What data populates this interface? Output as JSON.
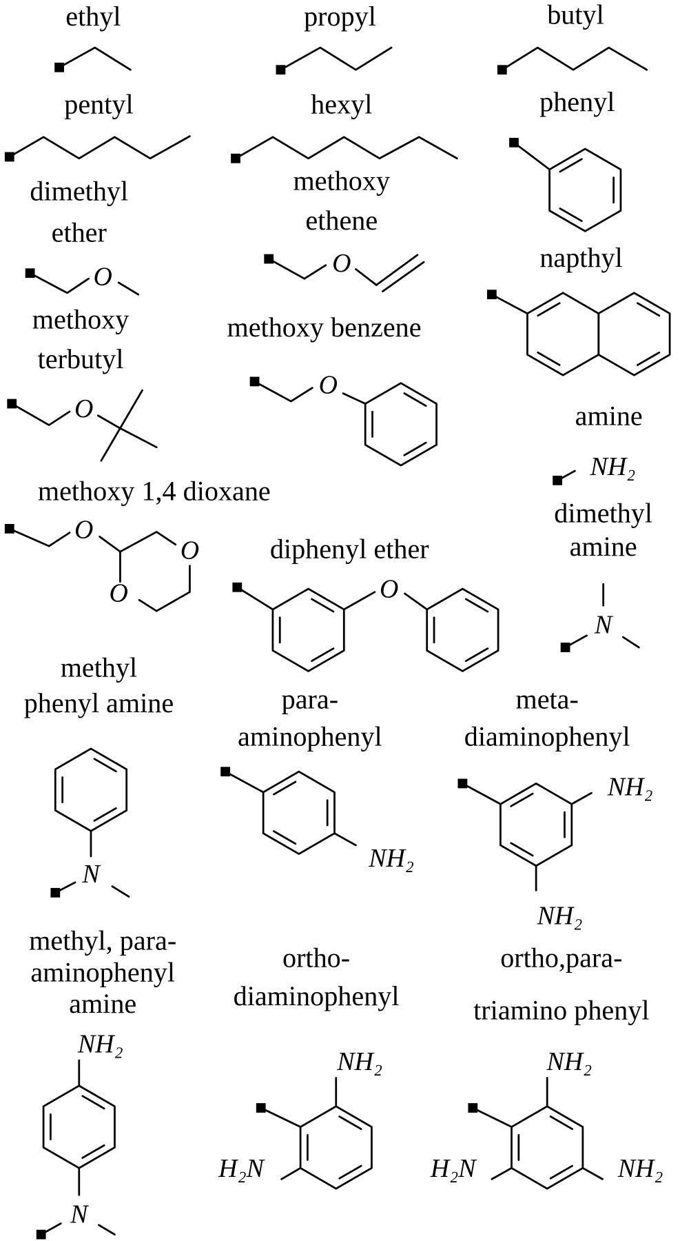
{
  "colors": {
    "ink": "#000000",
    "background": "#ffffff"
  },
  "atoms": {
    "O": "O",
    "N": "N",
    "NH2": "NH₂",
    "H2N": "H₂N"
  },
  "molecules": [
    {
      "name": [
        "ethyl"
      ]
    },
    {
      "name": [
        "propyl"
      ]
    },
    {
      "name": [
        "butyl"
      ]
    },
    {
      "name": [
        "pentyl"
      ]
    },
    {
      "name": [
        "hexyl"
      ]
    },
    {
      "name": [
        "phenyl"
      ]
    },
    {
      "name": [
        "dimethyl",
        "ether"
      ]
    },
    {
      "name": [
        "methoxy",
        "ethene"
      ]
    },
    {
      "name": [
        "napthyl"
      ]
    },
    {
      "name": [
        "methoxy",
        "terbutyl"
      ]
    },
    {
      "name": [
        "methoxy benzene"
      ]
    },
    {
      "name": [
        "amine"
      ]
    },
    {
      "name": [
        "methoxy 1,4 dioxane"
      ]
    },
    {
      "name": [
        "dimethyl",
        "amine"
      ]
    },
    {
      "name": [
        "diphenyl ether"
      ]
    },
    {
      "name": [
        "methyl",
        "phenyl amine"
      ]
    },
    {
      "name": [
        "para-",
        "aminophenyl"
      ]
    },
    {
      "name": [
        "meta-",
        "diaminophenyl"
      ]
    },
    {
      "name": [
        "methyl, para-",
        "aminophenyl",
        "amine"
      ]
    },
    {
      "name": [
        "ortho-",
        "diaminophenyl"
      ]
    },
    {
      "name": [
        "ortho,para-",
        "triamino phenyl"
      ]
    }
  ]
}
